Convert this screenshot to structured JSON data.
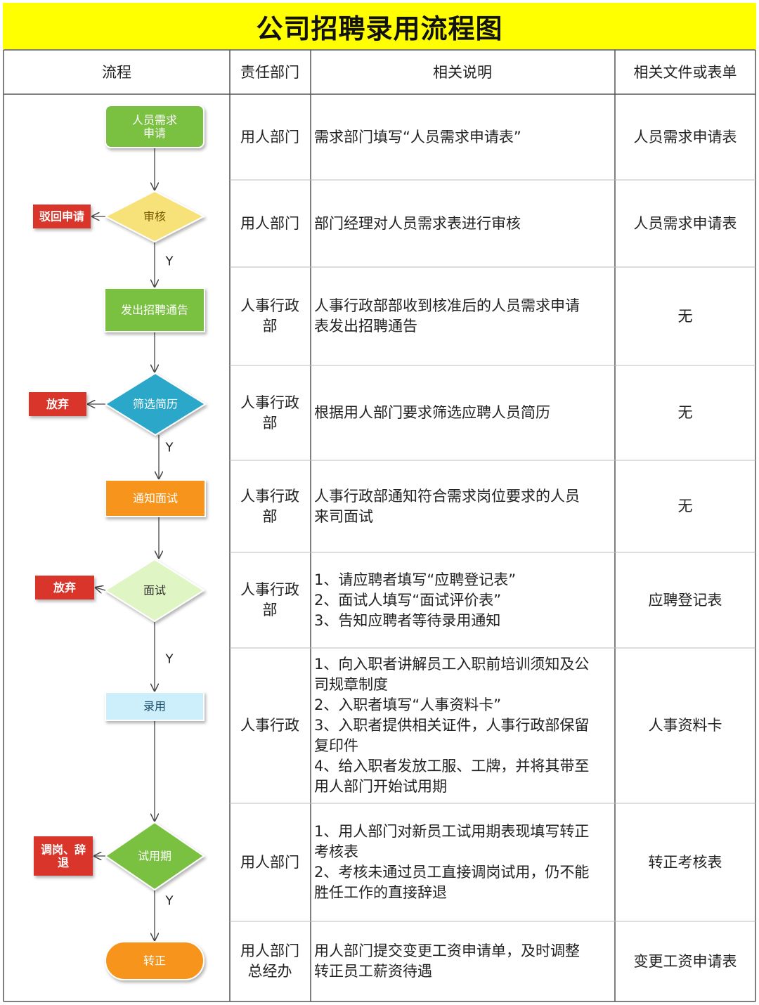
{
  "title": "公司招聘录用流程图",
  "headers": [
    "流程",
    "责任部门",
    "相关说明",
    "相关文件或表单"
  ],
  "colors": {
    "title_bg": "#ffff00",
    "green": "#7ac143",
    "yellow_diamond": "#f7e27a",
    "blue_diamond": "#2aa7c9",
    "orange": "#f7941d",
    "light_green_diamond": "#dff5c4",
    "light_blue": "#cdeefb",
    "red": "#d9342b"
  },
  "flow": {
    "steps": [
      {
        "label": "人员需求\n申请",
        "shape": "rounded-rect"
      },
      {
        "label": "审核",
        "shape": "diamond",
        "reject": "驳回申请"
      },
      {
        "label": "发出招聘通告",
        "shape": "rect"
      },
      {
        "label": "筛选简历",
        "shape": "diamond",
        "reject": "放弃"
      },
      {
        "label": "通知面试",
        "shape": "rect"
      },
      {
        "label": "面试",
        "shape": "diamond",
        "reject": "放弃"
      },
      {
        "label": "录用",
        "shape": "rect"
      },
      {
        "label": "试用期",
        "shape": "diamond",
        "reject": "调岗、辞\n退"
      },
      {
        "label": "转正",
        "shape": "pill"
      }
    ],
    "yes_label": "Y"
  },
  "rows": [
    {
      "dept": "用人部门",
      "desc": "需求部门填写“人员需求申请表”",
      "docs": "人员需求申请表"
    },
    {
      "dept": "用人部门",
      "desc": "部门经理对人员需求表进行审核",
      "docs": "人员需求申请表"
    },
    {
      "dept": "人事行政\n部",
      "desc": "人事行政部部收到核准后的人员需求申请\n表发出招聘通告",
      "docs": "无"
    },
    {
      "dept": "人事行政\n部",
      "desc": "根据用人部门要求筛选应聘人员简历",
      "docs": "无"
    },
    {
      "dept": "人事行政\n部",
      "desc": "人事行政部通知符合需求岗位要求的人员\n来司面试",
      "docs": "无"
    },
    {
      "dept": "人事行政\n部",
      "desc": "1、请应聘者填写“应聘登记表”\n2、面试人填写“面试评价表”\n3、告知应聘者等待录用通知",
      "docs": "应聘登记表"
    },
    {
      "dept": "人事行政",
      "desc": "1、向入职者讲解员工入职前培训须知及公\n司规章制度\n2、入职者填写“人事资料卡”\n3、入职者提供相关证件，人事行政部保留\n复印件\n4、给入职者发放工服、工牌，并将其带至\n用人部门开始试用期",
      "docs": "人事资料卡"
    },
    {
      "dept": "用人部门",
      "desc": "1、用人部门对新员工试用期表现填写转正\n考核表\n2、考核未通过员工直接调岗试用，仍不能\n胜任工作的直接辞退",
      "docs": "转正考核表"
    },
    {
      "dept": "用人部门\n总经办",
      "desc": "用人部门提交变更工资申请单，及时调整\n转正员工薪资待遇",
      "docs": "变更工资申请表"
    }
  ]
}
